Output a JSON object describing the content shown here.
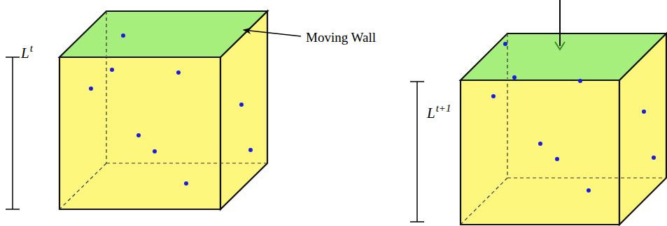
{
  "diagram": {
    "labels": [
      "L",
      "t",
      "Moving Wall",
      "L",
      "t+1"
    ]
  }
}
